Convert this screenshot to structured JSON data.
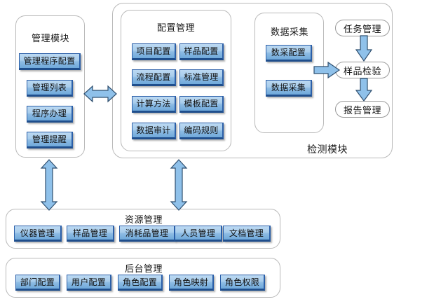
{
  "diagram": {
    "title_text_absent": true,
    "colors": {
      "button_fill_top": "#bcd9f2",
      "button_fill_bottom": "#6fa9db",
      "button_border": "#2b5fa8",
      "arrow_fill": "#8fc1ea",
      "arrow_stroke": "#3f5f7f",
      "panel_border": "#b9b9b9",
      "background": "#ffffff"
    }
  },
  "management_module": {
    "title": "管理模块",
    "buttons": [
      {
        "label": "管理程序配置"
      },
      {
        "label": "管理列表"
      },
      {
        "label": "程序办理"
      },
      {
        "label": "管理提醒"
      }
    ]
  },
  "detection_module": {
    "title": "检测模块",
    "config_management": {
      "title": "配置管理",
      "buttons_left": [
        {
          "label": "项目配置"
        },
        {
          "label": "流程配置"
        },
        {
          "label": "计算方法"
        },
        {
          "label": "数据审计"
        }
      ],
      "buttons_right": [
        {
          "label": "样品配置"
        },
        {
          "label": "标准管理"
        },
        {
          "label": "模板配置"
        },
        {
          "label": "编码规则"
        }
      ]
    },
    "data_acquisition": {
      "title": "数据采集",
      "buttons": [
        {
          "label": "数采配置"
        },
        {
          "label": "数据采集"
        }
      ]
    },
    "flow_nodes": [
      {
        "label": "任务管理"
      },
      {
        "label": "样品检验"
      },
      {
        "label": "报告管理"
      }
    ]
  },
  "resource_management": {
    "title": "资源管理",
    "buttons": [
      {
        "label": "仪器管理"
      },
      {
        "label": "样品管理"
      },
      {
        "label": "消耗品管理"
      },
      {
        "label": "人员管理"
      },
      {
        "label": "文档管理"
      }
    ]
  },
  "backend_management": {
    "title": "后台管理",
    "buttons": [
      {
        "label": "部门配置"
      },
      {
        "label": "用户配置"
      },
      {
        "label": "角色配置"
      },
      {
        "label": "角色映射"
      },
      {
        "label": "角色权限"
      }
    ]
  },
  "arrows": [
    {
      "name": "management-to-detection",
      "direction": "bidirectional-horizontal"
    },
    {
      "name": "management-to-resource",
      "direction": "bidirectional-vertical"
    },
    {
      "name": "detection-to-resource",
      "direction": "bidirectional-vertical"
    },
    {
      "name": "acquisition-to-inspection",
      "direction": "right"
    },
    {
      "name": "task-to-inspection",
      "direction": "down"
    },
    {
      "name": "inspection-to-report",
      "direction": "down"
    }
  ]
}
